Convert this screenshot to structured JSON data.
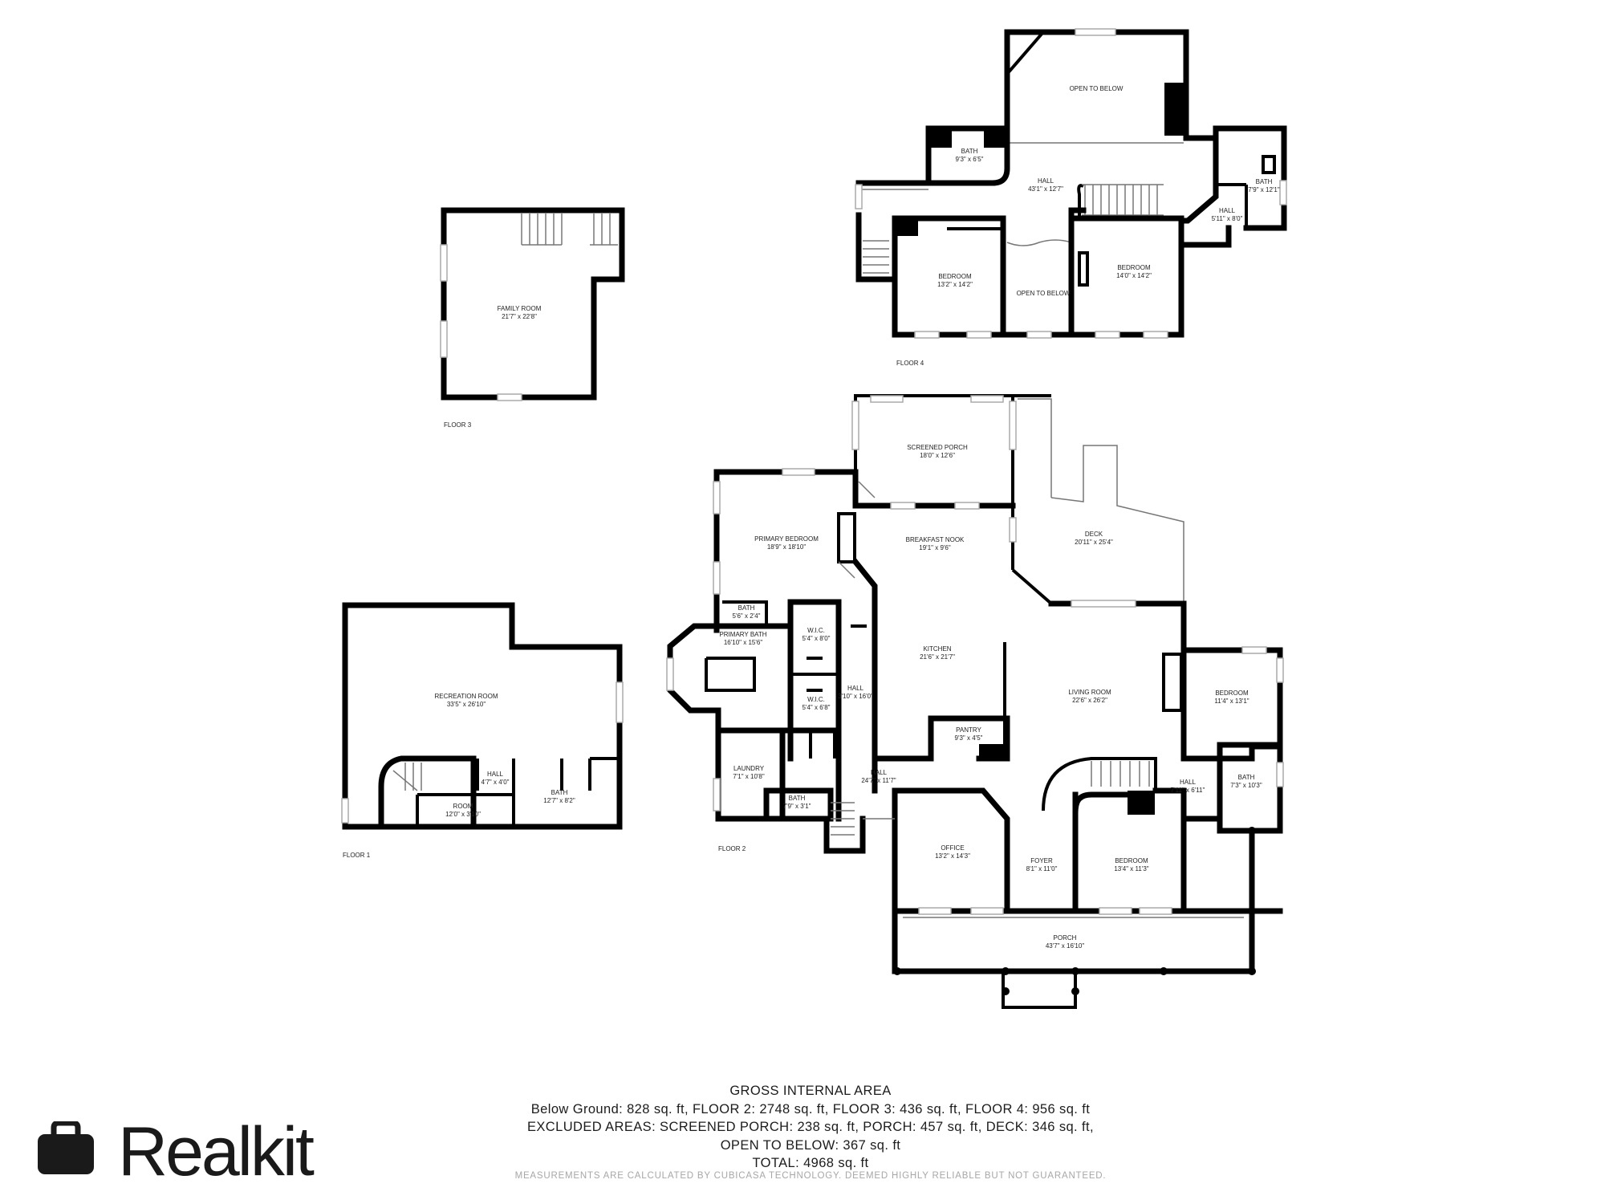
{
  "floors": {
    "floor1": {
      "label": "FLOOR 1"
    },
    "floor2": {
      "label": "FLOOR 2"
    },
    "floor3": {
      "label": "FLOOR 3"
    },
    "floor4": {
      "label": "FLOOR 4"
    }
  },
  "rooms": {
    "f4_open_top": {
      "name": "OPEN TO BELOW",
      "dim": ""
    },
    "f4_bath_a": {
      "name": "BATH",
      "dim": "9'3\" x 6'5\""
    },
    "f4_hall": {
      "name": "HALL",
      "dim": "43'1\" x 12'7\""
    },
    "f4_bath_b": {
      "name": "BATH",
      "dim": "7'9\" x 12'1\""
    },
    "f4_hall_b": {
      "name": "HALL",
      "dim": "5'11\" x 8'0\""
    },
    "f4_bed_a": {
      "name": "BEDROOM",
      "dim": "13'2\" x 14'2\""
    },
    "f4_open_mid": {
      "name": "OPEN TO BELOW",
      "dim": ""
    },
    "f4_bed_b": {
      "name": "BEDROOM",
      "dim": "14'0\" x 14'2\""
    },
    "f3_family": {
      "name": "FAMILY ROOM",
      "dim": "21'7\" x 22'8\""
    },
    "f1_rec": {
      "name": "RECREATION ROOM",
      "dim": "33'5\" x 26'10\""
    },
    "f1_hall": {
      "name": "HALL",
      "dim": "4'7\" x 4'0\""
    },
    "f1_room": {
      "name": "ROOM",
      "dim": "12'0\" x 3'10\""
    },
    "f1_bath": {
      "name": "BATH",
      "dim": "12'7\" x 8'2\""
    },
    "f2_screened": {
      "name": "SCREENED PORCH",
      "dim": "18'0\" x 12'6\""
    },
    "f2_primary_bed": {
      "name": "PRIMARY BEDROOM",
      "dim": "18'9\" x 18'10\""
    },
    "f2_nook": {
      "name": "BREAKFAST NOOK",
      "dim": "19'1\" x 9'6\""
    },
    "f2_deck": {
      "name": "DECK",
      "dim": "20'11\" x 25'4\""
    },
    "f2_bath_small": {
      "name": "BATH",
      "dim": "5'6\" x 2'4\""
    },
    "f2_primary_bath": {
      "name": "PRIMARY BATH",
      "dim": "16'10\" x 15'6\""
    },
    "f2_wic_a": {
      "name": "W.I.C.",
      "dim": "5'4\" x 8'0\""
    },
    "f2_wic_b": {
      "name": "W.I.C.",
      "dim": "5'4\" x 6'8\""
    },
    "f2_hall_v": {
      "name": "HALL",
      "dim": "3'10\" x 16'0\""
    },
    "f2_kitchen": {
      "name": "KITCHEN",
      "dim": "21'6\" x 21'7\""
    },
    "f2_living": {
      "name": "LIVING ROOM",
      "dim": "22'6\" x 26'2\""
    },
    "f2_bed_e": {
      "name": "BEDROOM",
      "dim": "11'4\" x 13'1\""
    },
    "f2_pantry": {
      "name": "PANTRY",
      "dim": "9'3\" x 4'5\""
    },
    "f2_laundry": {
      "name": "LAUNDRY",
      "dim": "7'1\" x 10'8\""
    },
    "f2_hall_h": {
      "name": "HALL",
      "dim": "24'7\" x 11'7\""
    },
    "f2_hall_e": {
      "name": "HALL",
      "dim": "7'11\" x 6'11\""
    },
    "f2_bath_e": {
      "name": "BATH",
      "dim": "7'3\" x 10'3\""
    },
    "f2_bath_w": {
      "name": "BATH",
      "dim": "7'9\" x 3'1\""
    },
    "f2_office": {
      "name": "OFFICE",
      "dim": "13'2\" x 14'3\""
    },
    "f2_foyer": {
      "name": "FOYER",
      "dim": "8'1\" x 11'0\""
    },
    "f2_bed_f": {
      "name": "BEDROOM",
      "dim": "13'4\" x 11'3\""
    },
    "f2_porch": {
      "name": "PORCH",
      "dim": "43'7\" x 16'10\""
    }
  },
  "gross_area": {
    "title": "GROSS INTERNAL AREA",
    "line1": "Below Ground: 828 sq. ft, FLOOR 2: 2748 sq. ft, FLOOR 3: 436 sq. ft, FLOOR 4: 956 sq. ft",
    "line2": "EXCLUDED AREAS: SCREENED PORCH: 238 sq. ft, PORCH: 457 sq. ft, DECK: 346 sq. ft,",
    "line3": "OPEN TO BELOW: 367 sq. ft",
    "line4": "TOTAL: 4968 sq. ft"
  },
  "disclaimer": "MEASUREMENTS ARE CALCULATED BY CUBICASA TECHNOLOGY. DEEMED HIGHLY RELIABLE BUT NOT GUARANTEED.",
  "brand": {
    "name": "Realkit",
    "icon": "briefcase-icon",
    "color": "#1a1a1a"
  }
}
